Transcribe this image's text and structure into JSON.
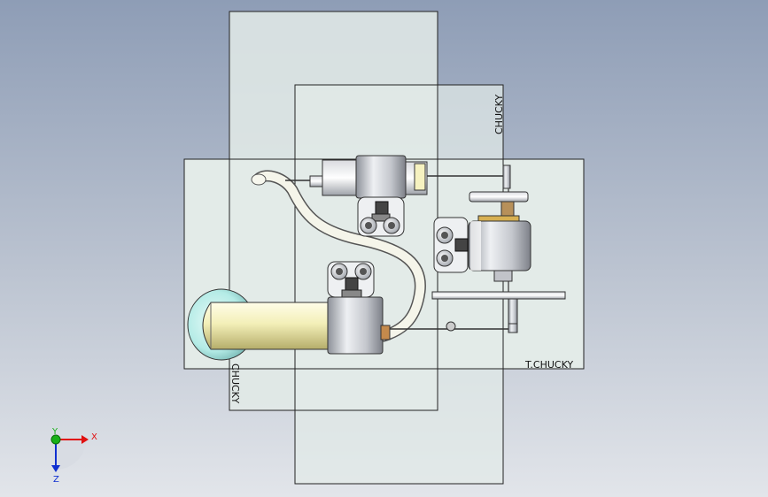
{
  "labels": {
    "plate_top_right": "CHUCKY",
    "plate_bottom_left": "CHUCKY",
    "plate_bottom_right": "T.CHUCKY"
  },
  "triad": {
    "x_label": "X",
    "y_label": "Y",
    "z_label": "Z",
    "x_color": "#e01010",
    "y_color": "#18b018",
    "z_color": "#1030d0"
  },
  "colors": {
    "plate_fill": "#e4ebe9",
    "cylinder_body": "#f3f0bd",
    "dome": "#bfeee9",
    "hose": "#f2f2e6",
    "metal": "#c8cbd2"
  }
}
